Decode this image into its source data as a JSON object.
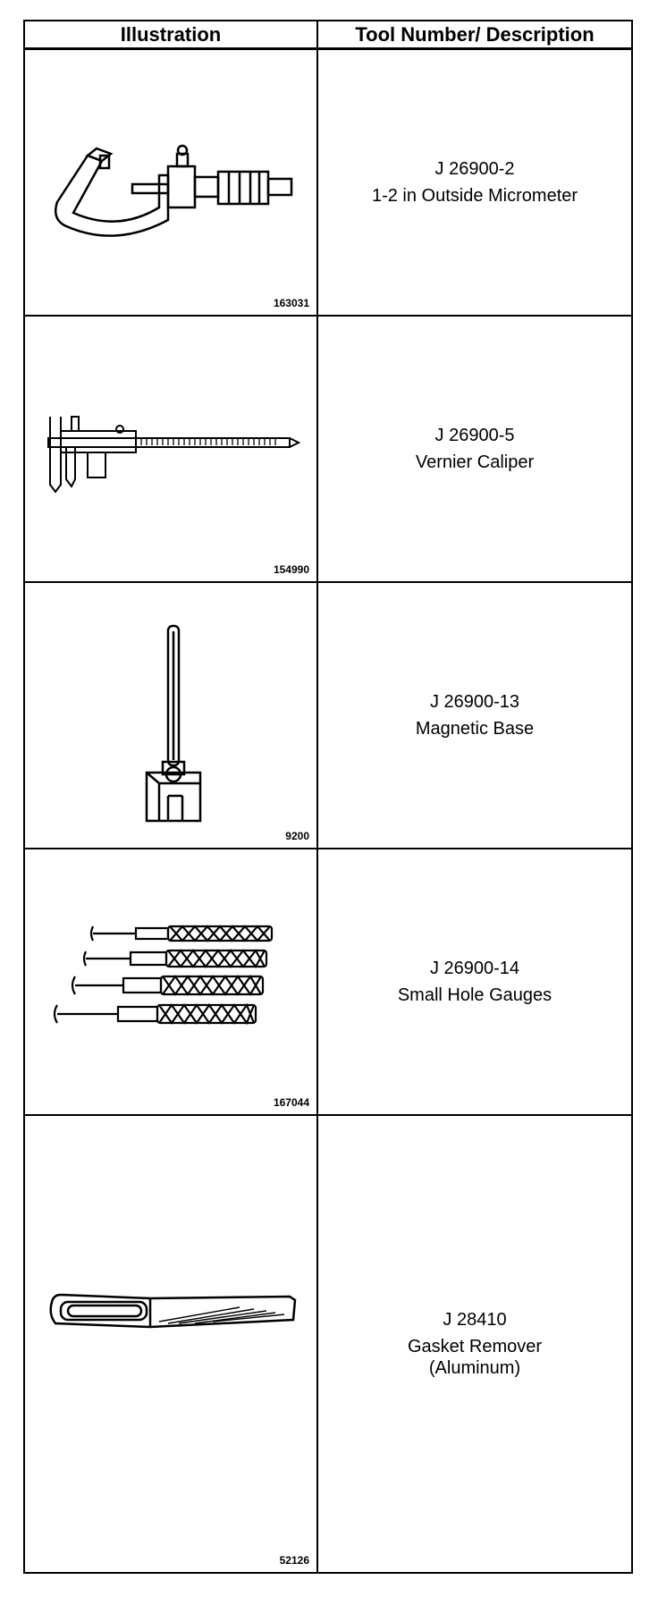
{
  "table": {
    "headers": {
      "illustration": "Illustration",
      "description": "Tool Number/ Description"
    },
    "rows": [
      {
        "figure_number": "163031",
        "tool_number": "J 26900-2",
        "description": [
          "1-2 in Outside Micrometer"
        ],
        "icon": "micrometer-icon"
      },
      {
        "figure_number": "154990",
        "tool_number": "J 26900-5",
        "description": [
          "Vernier Caliper"
        ],
        "icon": "vernier-caliper-icon"
      },
      {
        "figure_number": "9200",
        "tool_number": "J 26900-13",
        "description": [
          "Magnetic Base"
        ],
        "icon": "magnetic-base-icon"
      },
      {
        "figure_number": "167044",
        "tool_number": "J 26900-14",
        "description": [
          "Small Hole Gauges"
        ],
        "icon": "small-hole-gauges-icon"
      },
      {
        "figure_number": "52126",
        "tool_number": "J 28410",
        "description": [
          "Gasket Remover",
          "(Aluminum)"
        ],
        "icon": "gasket-remover-icon"
      }
    ]
  }
}
